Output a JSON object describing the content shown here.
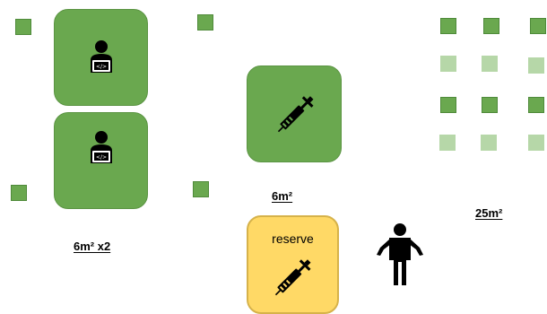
{
  "labels": {
    "room_pair_area": "6m² x2",
    "vaccine_room_area": "6m²",
    "waiting_area": "25m²",
    "reserve": "reserve"
  },
  "icons": [
    "developer-laptop-icon",
    "syringe-icon",
    "person-icon",
    "seat-square"
  ],
  "colors": {
    "room_green": "#6aa84f",
    "seat_dark": "#6aa84f",
    "seat_light": "#b6d7a8",
    "reserve_yellow": "#ffd966"
  }
}
